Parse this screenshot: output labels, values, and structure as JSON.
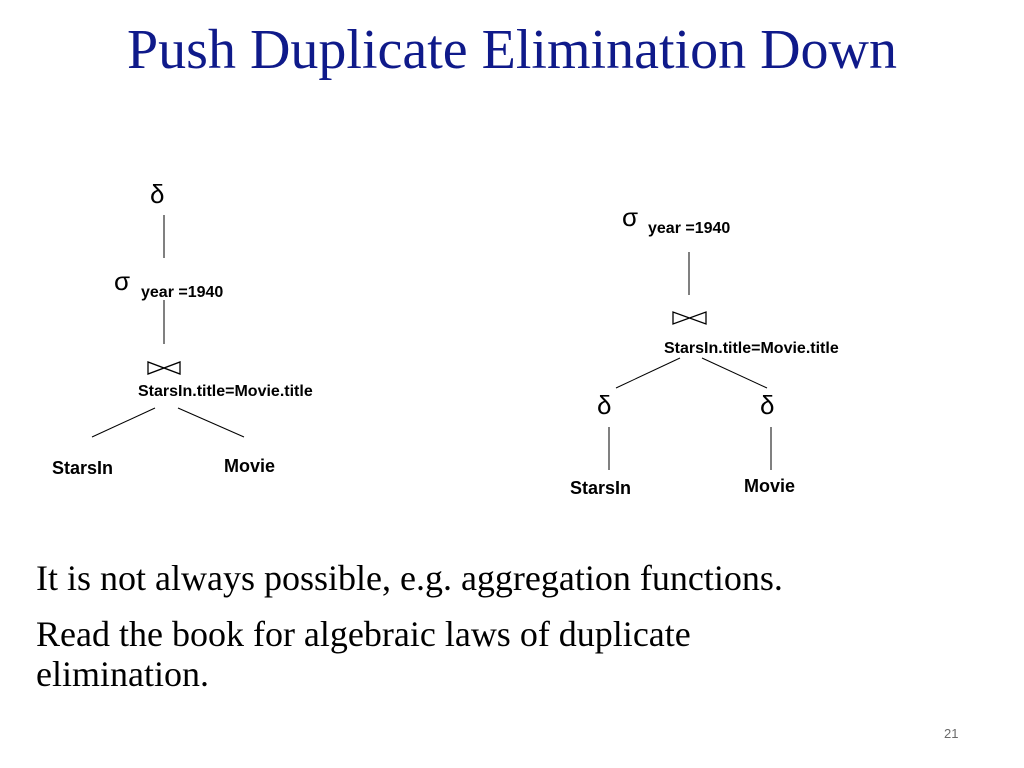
{
  "slide": {
    "title": "Push Duplicate Elimination Down",
    "page_number": "21"
  },
  "left_tree": {
    "delta": "δ",
    "sigma": "σ",
    "select_condition": "year =1940",
    "join_condition": "StarsIn.title=Movie.title",
    "left_leaf": "StarsIn",
    "right_leaf": "Movie"
  },
  "right_tree": {
    "sigma": "σ",
    "select_condition": "year =1940",
    "join_condition": "StarsIn.title=Movie.title",
    "delta_left": "δ",
    "delta_right": "δ",
    "left_leaf": "StarsIn",
    "right_leaf": "Movie"
  },
  "body": {
    "line1": "It is not always possible, e.g. aggregation functions.",
    "line2": "Read the book for algebraic laws of duplicate elimination."
  }
}
